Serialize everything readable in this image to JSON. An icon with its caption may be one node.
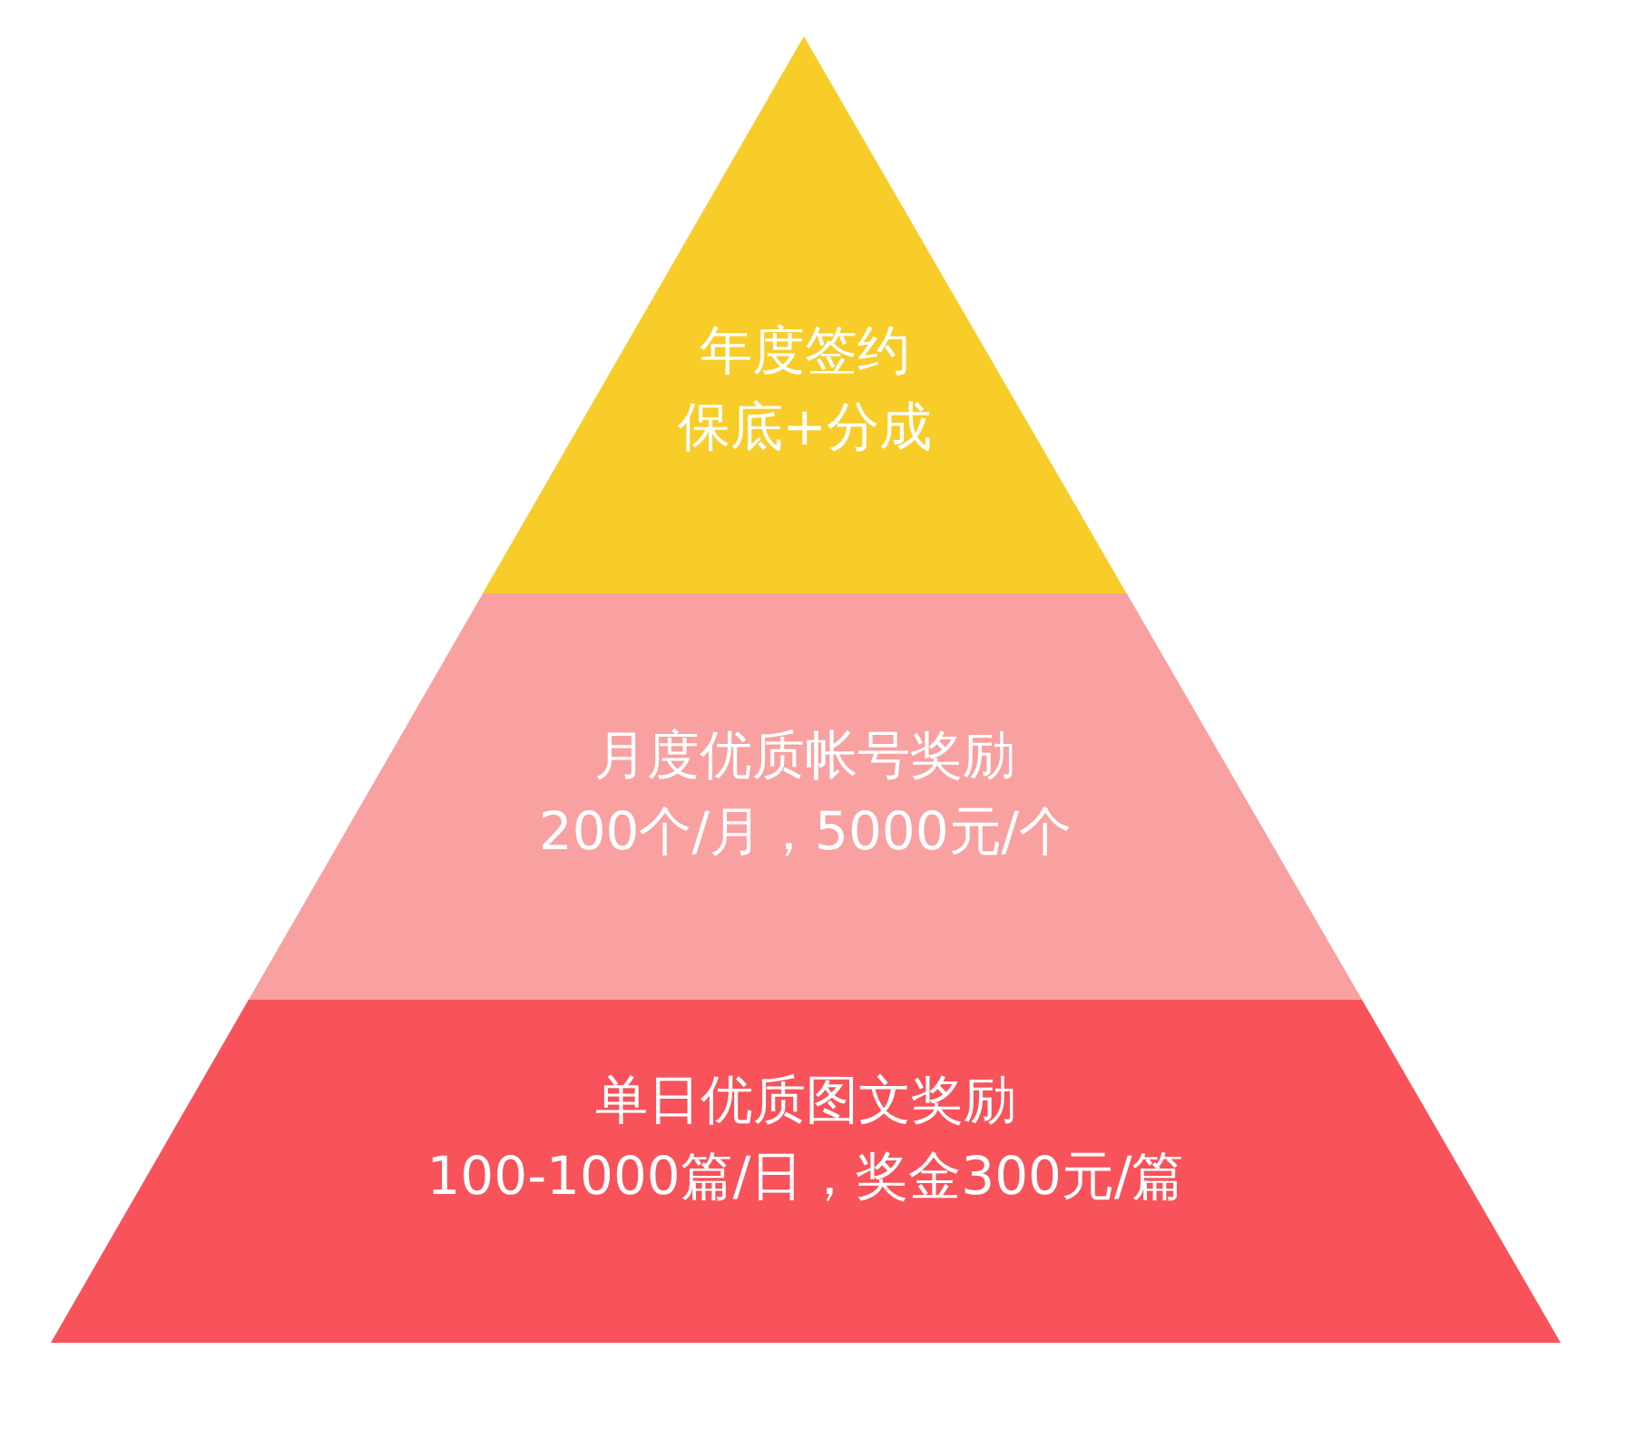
{
  "diagram": {
    "nodes": [
      {
        "text": [
          "年度签约",
          "保底+分成"
        ]
      },
      {
        "text": [
          "月度优质帐号奖励",
          "200个/月，5000元/个"
        ]
      },
      {
        "text": [
          "单日优质图文奖励",
          "100-1000篇/日，奖金300元/篇"
        ]
      }
    ]
  }
}
